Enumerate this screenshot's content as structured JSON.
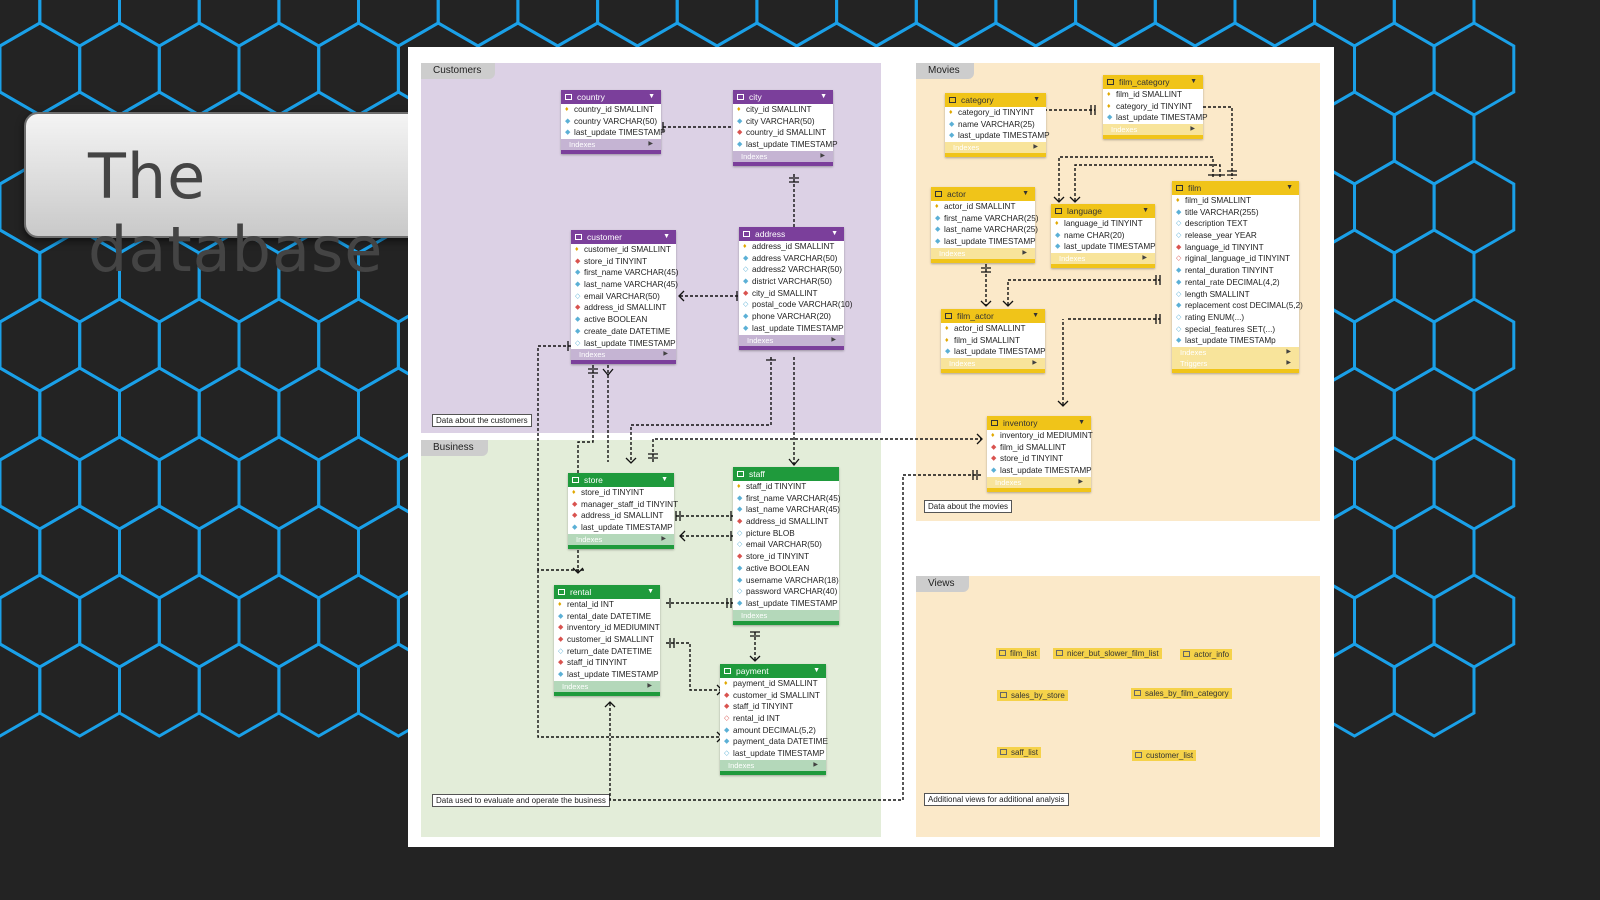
{
  "slide": {
    "title": "The database"
  },
  "regions": {
    "customers": {
      "label": "Customers",
      "note": "Data about the customers"
    },
    "business": {
      "label": "Business",
      "note": "Data used to evaluate and operate the business"
    },
    "movies": {
      "label": "Movies",
      "note": "Data about the movies"
    },
    "views": {
      "label": "Views",
      "note": "Additional views for additional analysis"
    }
  },
  "tables": {
    "country": {
      "name": "country",
      "columns": [
        "country_id SMALLINT",
        "country VARCHAR(50)",
        "last_update TIMESTAMP"
      ],
      "footer": "Indexes"
    },
    "city": {
      "name": "city",
      "columns": [
        "city_id SMALLINT",
        "city VARCHAR(50)",
        "country_id SMALLINT",
        "last_update TIMESTAMP"
      ],
      "footer": "Indexes"
    },
    "customer": {
      "name": "customer",
      "columns": [
        "customer_id SMALLINT",
        "store_id TINYINT",
        "first_name VARCHAR(45)",
        "last_name VARCHAR(45)",
        "email VARCHAR(50)",
        "address_id SMALLINT",
        "active BOOLEAN",
        "create_date DATETIME",
        "last_update TIMESTAMP"
      ],
      "footer": "Indexes"
    },
    "address": {
      "name": "address",
      "columns": [
        "address_id SMALLINT",
        "address VARCHAR(50)",
        "address2 VARCHAR(50)",
        "district VARCHAR(50)",
        "city_id SMALLINT",
        "postal_code VARCHAR(10)",
        "phone VARCHAR(20)",
        "last_update TIMESTAMP"
      ],
      "footer": "Indexes"
    },
    "store": {
      "name": "store",
      "columns": [
        "store_id TINYINT",
        "manager_staff_id TINYINT",
        "address_id SMALLINT",
        "last_update TIMESTAMP"
      ],
      "footer": "Indexes"
    },
    "staff": {
      "name": "staff",
      "columns": [
        "staff_id TINYINT",
        "first_name VARCHAR(45)",
        "last_name VARCHAR(45)",
        "address_id SMALLINT",
        "picture BLOB",
        "email VARCHAR(50)",
        "store_id TINYINT",
        "active BOOLEAN",
        "username VARCHAR(18)",
        "password VARCHAR(40)",
        "last_update TIMESTAMP"
      ],
      "footer": "Indexes"
    },
    "rental": {
      "name": "rental",
      "columns": [
        "rental_id INT",
        "rental_date DATETIME",
        "inventory_id MEDIUMINT",
        "customer_id SMALLINT",
        "return_date DATETIME",
        "staff_id TINYINT",
        "last_update TIMESTAMP"
      ],
      "footer": "Indexes"
    },
    "payment": {
      "name": "payment",
      "columns": [
        "payment_id SMALLINT",
        "customer_id SMALLINT",
        "staff_id TINYINT",
        "rental_id INT",
        "amount DECIMAL(5,2)",
        "payment_data DATETIME",
        "last_update TIMESTAMP"
      ],
      "footer": "Indexes"
    },
    "category": {
      "name": "category",
      "columns": [
        "category_id TINYINT",
        "name VARCHAR(25)",
        "last_update TIMESTAMP"
      ],
      "footer": "Indexes"
    },
    "film_category": {
      "name": "film_category",
      "columns": [
        "film_id SMALLINT",
        "category_id TINYINT",
        "last_update TIMESTAMP"
      ],
      "footer": "Indexes"
    },
    "actor": {
      "name": "actor",
      "columns": [
        "actor_id SMALLINT",
        "first_name VARCHAR(25)",
        "last_name VARCHAR(25)",
        "last_update TIMESTAMP"
      ],
      "footer": "Indexes"
    },
    "language": {
      "name": "language",
      "columns": [
        "language_id TINYINT",
        "name CHAR(20)",
        "last_update TIMESTAMP"
      ],
      "footer": "Indexes"
    },
    "film": {
      "name": "film",
      "columns": [
        "film_id SMALLINT",
        "title VARCHAR(255)",
        "description TEXT",
        "release_year YEAR",
        "language_id TINYINT",
        "riginal_language_id TINYINT",
        "rental_duration TINYINT",
        "rental_rate DECIMAL(4,2)",
        "length SMALLINT",
        "replacement cost DECIMAL(5,2)",
        "rating ENUM(...)",
        "special_features SET(...)",
        "last_update TIMESTAMp"
      ],
      "footer": "Indexes",
      "footer2": "Triggers"
    },
    "film_actor": {
      "name": "film_actor",
      "columns": [
        "actor_id SMALLINT",
        "film_id SMALLINT",
        "last_update TIMESTAMP"
      ],
      "footer": "Indexes"
    },
    "inventory": {
      "name": "inventory",
      "columns": [
        "inventory_id MEDIUMINT",
        "film_id SMALLINT",
        "store_id TINYINT",
        "last_update TIMESTAMP"
      ],
      "footer": "Indexes"
    }
  },
  "views": [
    "film_list",
    "nicer_but_slower_film_list",
    "actor_info",
    "sales_by_store",
    "sales_by_film_category",
    "saff_list",
    "customer_list"
  ]
}
